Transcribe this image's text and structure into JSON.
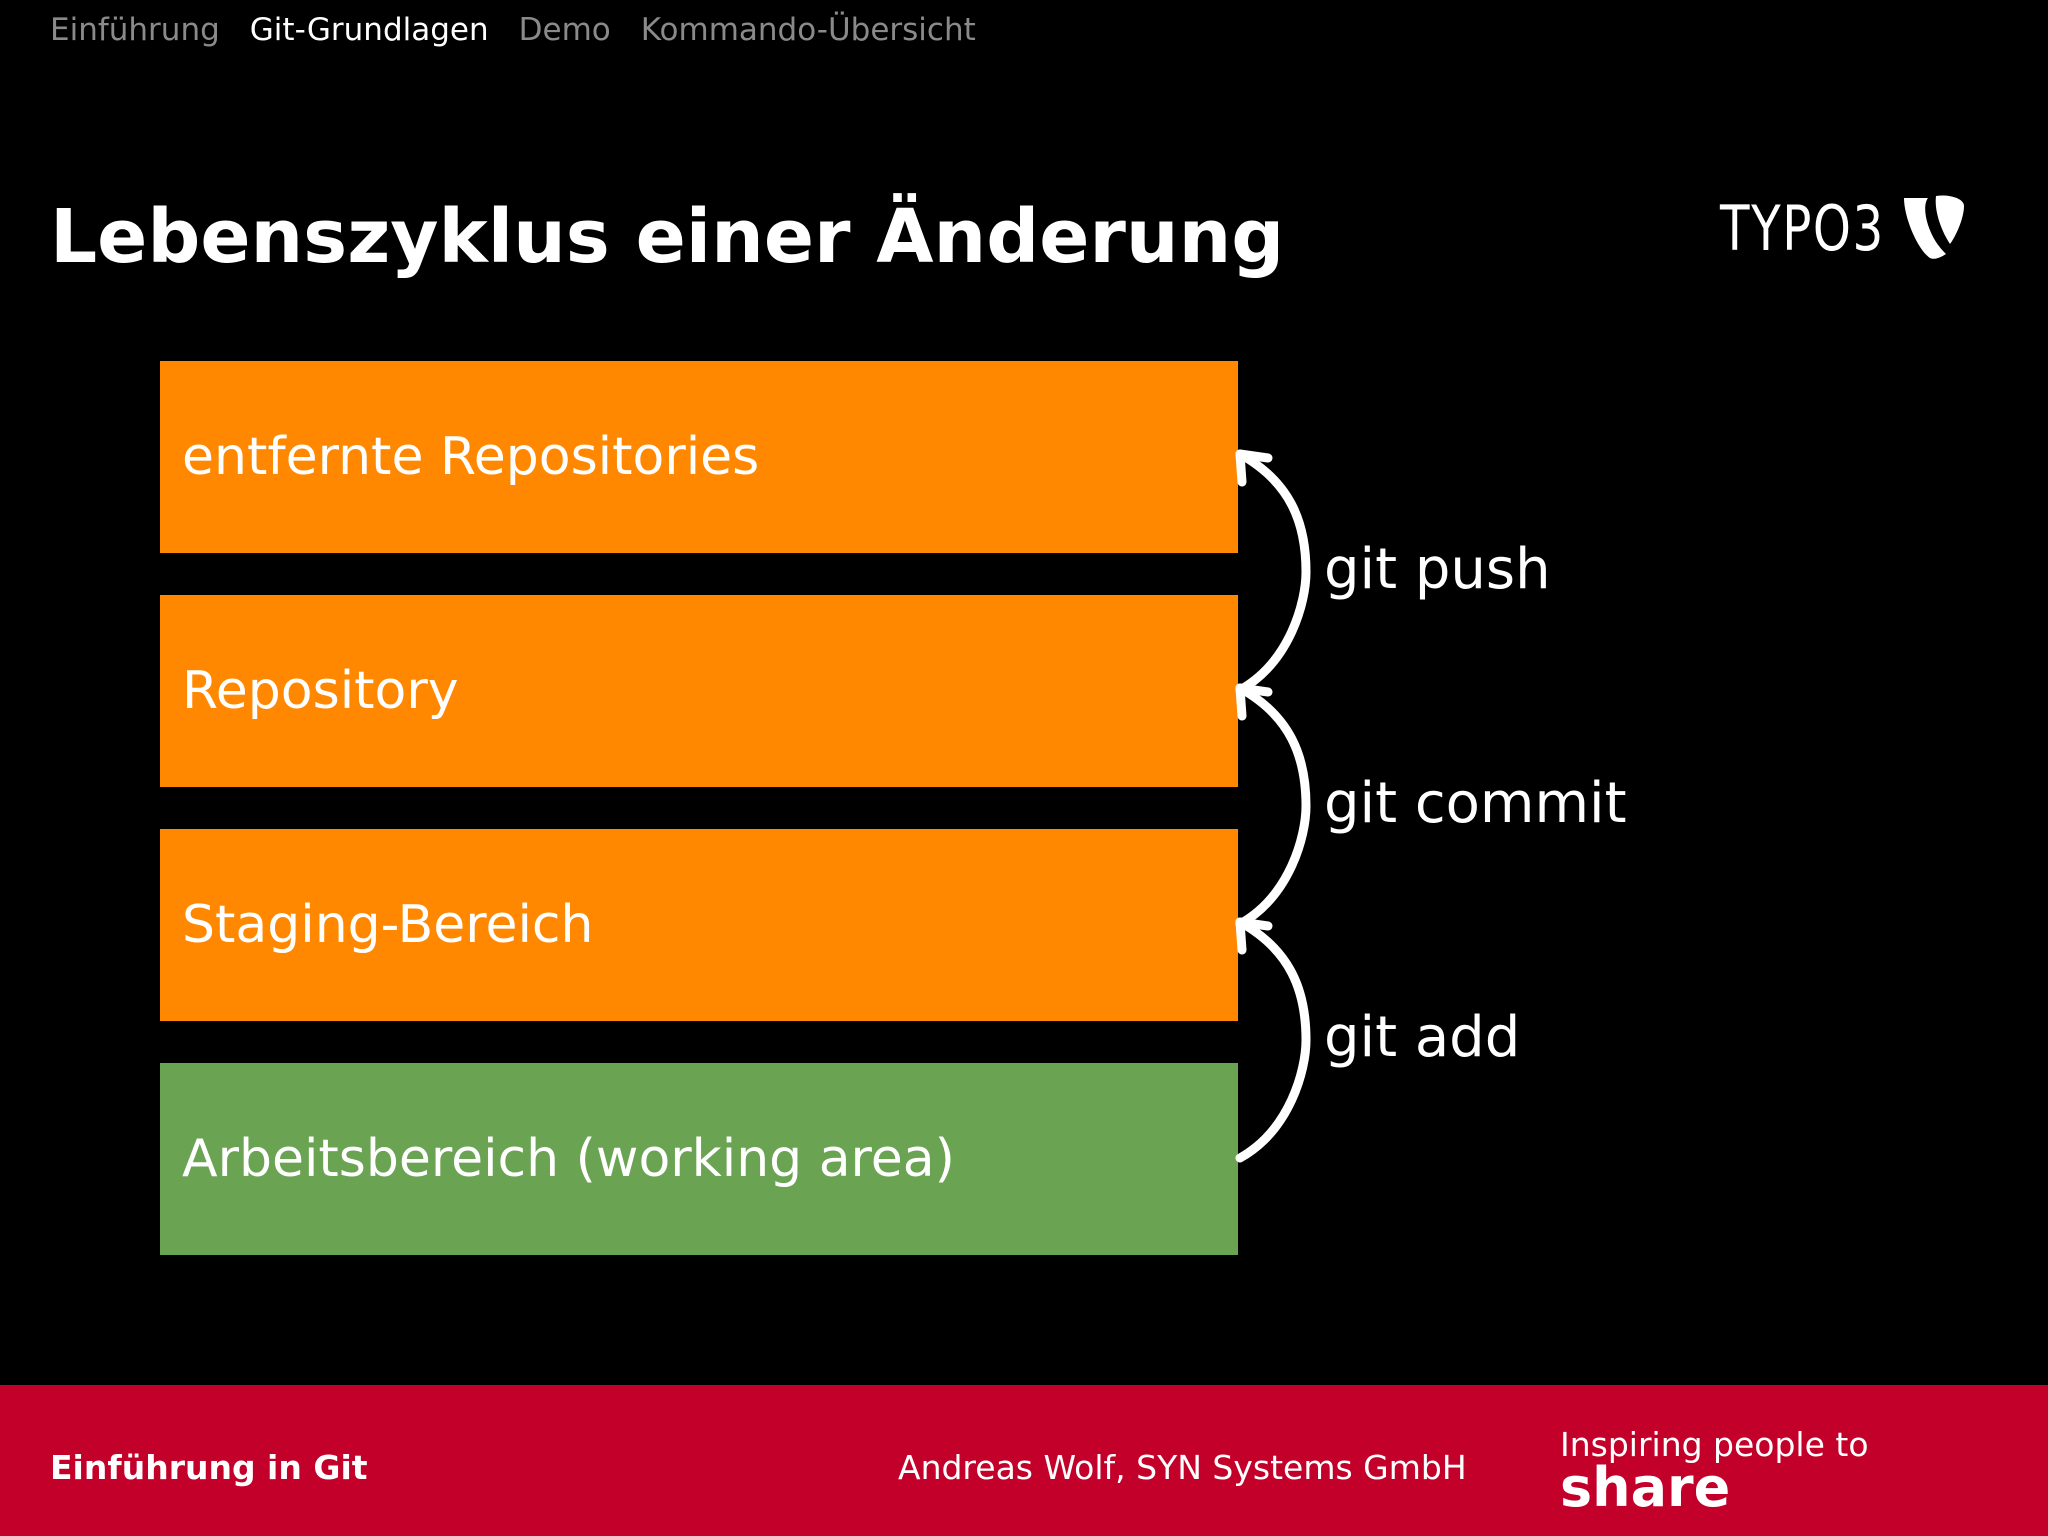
{
  "nav": {
    "items": [
      {
        "label": "Einführung",
        "active": false
      },
      {
        "label": "Git-Grundlagen",
        "active": true
      },
      {
        "label": "Demo",
        "active": false
      },
      {
        "label": "Kommando-Übersicht",
        "active": false
      }
    ]
  },
  "slide": {
    "title": "Lebenszyklus einer Änderung"
  },
  "logo": {
    "text": "TYPO3",
    "icon": "typo3-logo-icon"
  },
  "stages": [
    {
      "label": "entfernte Repositories",
      "color": "#ff8800"
    },
    {
      "label": "Repository",
      "color": "#ff8800"
    },
    {
      "label": "Staging-Bereich",
      "color": "#ff8800"
    },
    {
      "label": "Arbeitsbereich (working area)",
      "color": "#6aa352"
    }
  ],
  "commands": {
    "push": "git push",
    "commit": "git commit",
    "add": "git add"
  },
  "footer": {
    "title": "Einführung in Git",
    "author": "Andreas Wolf, SYN Systems GmbH",
    "tagline_1": "Inspiring people to",
    "tagline_2": "share",
    "color": "#c20029"
  }
}
